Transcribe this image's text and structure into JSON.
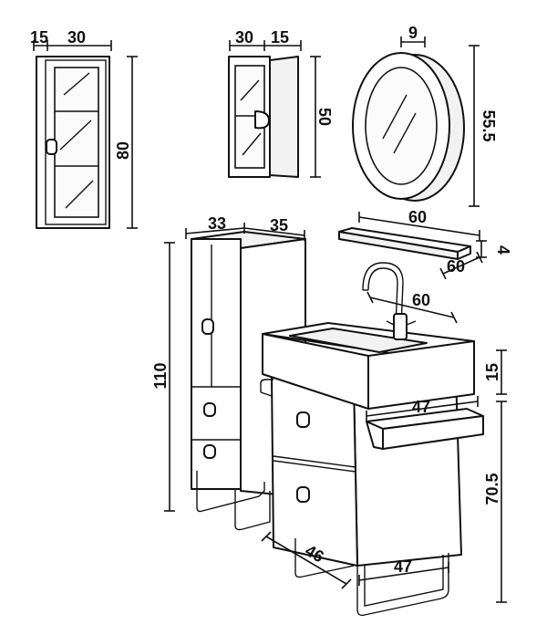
{
  "wall_cabinet_glass": {
    "depth": "15",
    "width": "30",
    "height": "80"
  },
  "small_wall_cabinet": {
    "width": "30",
    "depth": "15",
    "height": "50"
  },
  "round_mirror": {
    "depth": "9",
    "diameter": "55.5"
  },
  "shelf": {
    "width": "60",
    "height": "4",
    "depth": "60"
  },
  "faucet_reach": "60",
  "tall_column": {
    "width": "33",
    "depth": "35",
    "height": "110"
  },
  "vanity": {
    "top_thickness": "15",
    "towel_bar": "47",
    "base_height": "70.5",
    "depth": "46",
    "width": "47"
  }
}
